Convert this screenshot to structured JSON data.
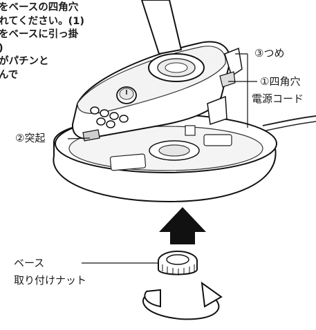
{
  "instructions": [
    "をベースの四角穴",
    "れてください。(1)",
    "をベースに引っ掛",
    ")",
    "がパチンと",
    "んで"
  ],
  "labels": {
    "claw": "③つめ",
    "square_hole": "①四角穴",
    "power_cord": "電源コード",
    "protrusion": "②突起",
    "base_nut_line1": "ベース",
    "base_nut_line2": "取り付けナット"
  }
}
